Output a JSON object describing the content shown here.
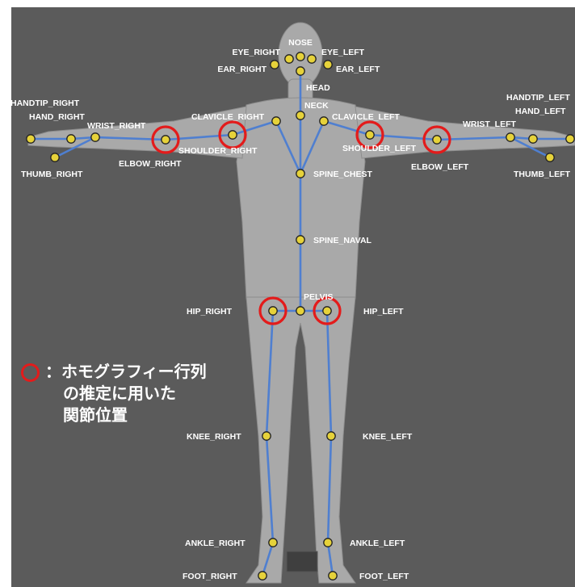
{
  "colors": {
    "background": "#5b5b5b",
    "bone": "#4f7fd0",
    "joint_fill": "#e6d23a",
    "joint_stroke": "#222222",
    "highlight_ring": "#e31b1b",
    "label": "#ffffff"
  },
  "joints": {
    "nose": "NOSE",
    "eye_right": "EYE_RIGHT",
    "eye_left": "EYE_LEFT",
    "ear_right": "EAR_RIGHT",
    "ear_left": "EAR_LEFT",
    "head": "HEAD",
    "neck": "NECK",
    "clavicle_right": "CLAVICLE_RIGHT",
    "clavicle_left": "CLAVICLE_LEFT",
    "shoulder_right": "SHOULDER_RIGHT",
    "shoulder_left": "SHOULDER_LEFT",
    "elbow_right": "ELBOW_RIGHT",
    "elbow_left": "ELBOW_LEFT",
    "wrist_right": "WRIST_RIGHT",
    "wrist_left": "WRIST_LEFT",
    "hand_right": "HAND_RIGHT",
    "hand_left": "HAND_LEFT",
    "handtip_right": "HANDTIP_RIGHT",
    "handtip_left": "HANDTIP_LEFT",
    "thumb_right": "THUMB_RIGHT",
    "thumb_left": "THUMB_LEFT",
    "spine_chest": "SPINE_CHEST",
    "spine_naval": "SPINE_NAVAL",
    "pelvis": "PELVIS",
    "hip_right": "HIP_RIGHT",
    "hip_left": "HIP_LEFT",
    "knee_right": "KNEE_RIGHT",
    "knee_left": "KNEE_LEFT",
    "ankle_right": "ANKLE_RIGHT",
    "ankle_left": "ANKLE_LEFT",
    "foot_right": "FOOT_RIGHT",
    "foot_left": "FOOT_LEFT"
  },
  "highlighted_joints": [
    "shoulder_right",
    "shoulder_left",
    "elbow_right",
    "elbow_left",
    "hip_right",
    "hip_left"
  ],
  "legend": {
    "line1": "：ホモグラフィー行列",
    "line2": "の推定に用いた",
    "line3": "関節位置"
  }
}
